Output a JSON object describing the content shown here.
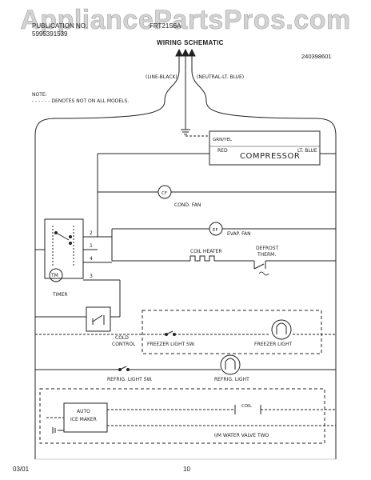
{
  "watermark": "AppliancePartsPros.com",
  "header": {
    "pub_label": "PUBLICATION NO.",
    "pub_number": "5995391539",
    "model": "FRT21S6A",
    "title": "WIRING SCHEMATIC",
    "doc_number": "240398601"
  },
  "supply": {
    "line": "(LINE-BLACK)",
    "neutral": "(NEUTRAL-LT. BLUE)"
  },
  "note": {
    "label": "NOTE:",
    "text": "- - - - - - DENOTES NOT ON ALL MODELS."
  },
  "compressor": {
    "ground_wire": "GRN/YEL",
    "red_wire": "RED",
    "name": "COMPRESSOR",
    "blue_wire": "LT. BLUE"
  },
  "cond_fan": {
    "symbol": "CF",
    "label": "COND. FAN"
  },
  "evap_fan": {
    "symbol": "EF",
    "label": "EVAP. FAN"
  },
  "coil_heater": {
    "label": "COIL HEATER"
  },
  "defrost_therm": {
    "label_1": "DEFROST",
    "label_2": "THERM."
  },
  "timer": {
    "symbol": "TM",
    "label": "TIMER",
    "terminals": [
      "2",
      "1",
      "4",
      "3"
    ]
  },
  "cold_control": {
    "label_1": "COLD",
    "label_2": "CONTROL"
  },
  "freezer_light_sw": {
    "label": "FREEZER LIGHT SW."
  },
  "freezer_light": {
    "label": "FREEZER LIGHT"
  },
  "refrig_light_sw": {
    "label": "REFRIG. LIGHT SW."
  },
  "refrig_light": {
    "label": "REFRIG. LIGHT"
  },
  "ice_maker": {
    "label_1": "AUTO",
    "label_2": "ICE MAKER"
  },
  "water_valve": {
    "coil": "COIL",
    "label": "I/M WATER VALVE TWO"
  },
  "footer": {
    "date": "03/01",
    "page": "10"
  }
}
